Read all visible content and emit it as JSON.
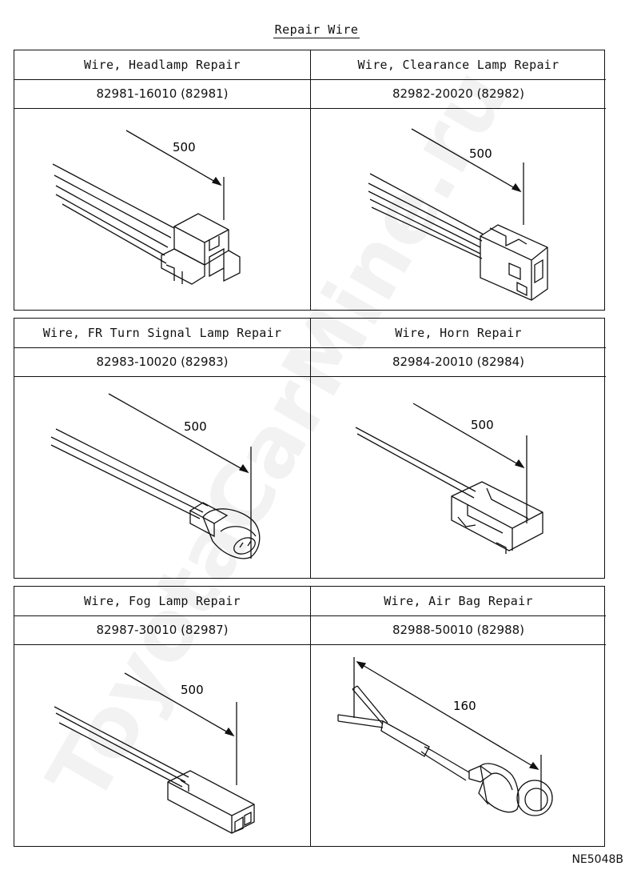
{
  "title": "Repair Wire",
  "figure_code": "NE5048B",
  "watermark": "ToyotaCarMine.ru",
  "cells": [
    {
      "name": "Wire, Headlamp Repair",
      "part": "82981-16010 (82981)",
      "dim": "500"
    },
    {
      "name": "Wire, Clearance Lamp Repair",
      "part": "82982-20020 (82982)",
      "dim": "500"
    },
    {
      "name": "Wire, FR Turn Signal Lamp Repair",
      "part": "82983-10020 (82983)",
      "dim": "500"
    },
    {
      "name": "Wire, Horn Repair",
      "part": "82984-20010 (82984)",
      "dim": "500"
    },
    {
      "name": "Wire, Fog Lamp Repair",
      "part": "82987-30010 (82987)",
      "dim": "500"
    },
    {
      "name": "Wire, Air Bag Repair",
      "part": "82988-50010 (82988)",
      "dim": "160"
    }
  ]
}
